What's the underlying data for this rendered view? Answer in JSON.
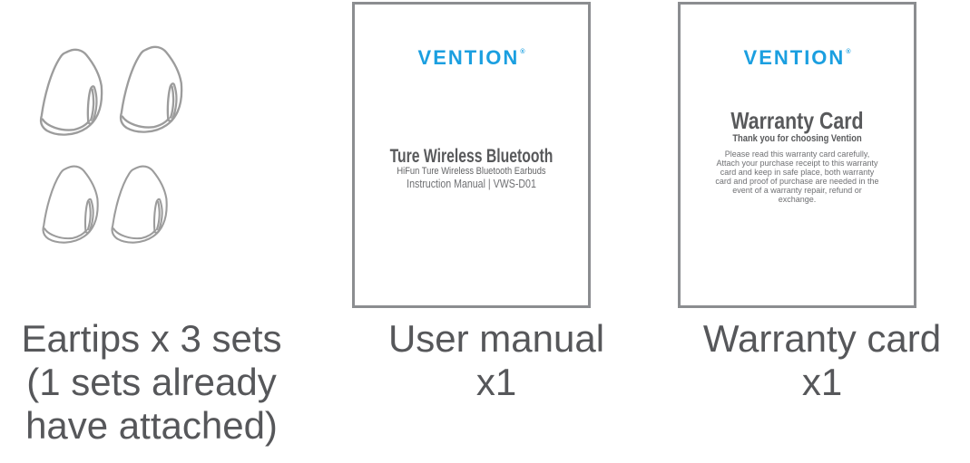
{
  "brand": {
    "logo_text": "VENTION",
    "registered_mark": "®"
  },
  "colors": {
    "brand_blue": "#1b9fe0",
    "card_border": "#8b8d90",
    "heading_gray": "#58595b",
    "body_gray": "#6f7073",
    "caption_gray": "#56575a",
    "line_art_gray": "#9c9c9c",
    "background": "#ffffff"
  },
  "items": [
    {
      "name": "eartips",
      "illustration": "four-eartips-line-drawing",
      "caption_lines": [
        "Eartips x 3 sets",
        "(1 sets already",
        "have attached)"
      ]
    },
    {
      "name": "user-manual",
      "card": {
        "logo": "VENTION",
        "title": "Ture Wireless Bluetooth",
        "subtitle": "HiFun Ture Wireless Bluetooth Earbuds",
        "model_line": "Instruction Manual | VWS-D01"
      },
      "caption_lines": [
        "User manual",
        "x1"
      ]
    },
    {
      "name": "warranty-card",
      "card": {
        "logo": "VENTION",
        "title": "Warranty Card",
        "subtitle": "Thank you for choosing Vention",
        "body_lines": [
          "Please read this warranty card carefully,",
          "Attach your purchase receipt to this warranty",
          "card and keep in safe place, both warranty",
          "card and proof of purchase are needed in the",
          "event of a warranty repair, refund or",
          "exchange."
        ]
      },
      "caption_lines": [
        "Warranty card",
        "x1"
      ]
    }
  ]
}
